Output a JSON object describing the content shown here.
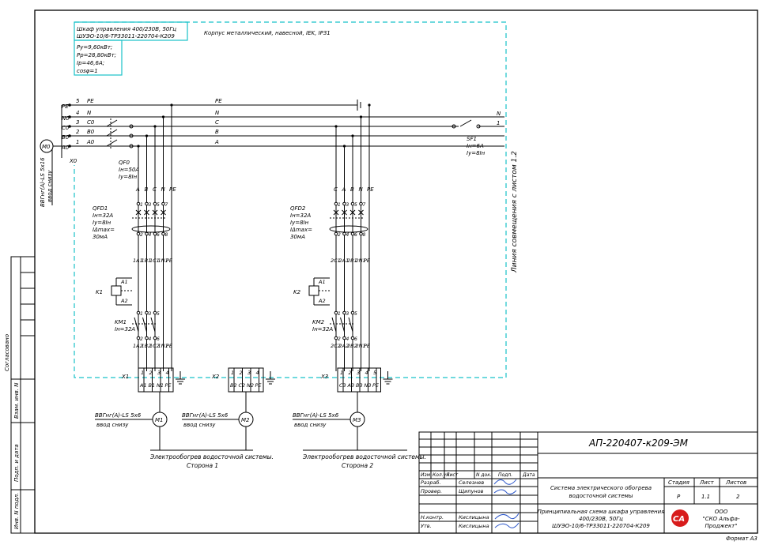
{
  "cabinet": {
    "title_line1": "Шкаф управления 400/230В, 50Гц",
    "title_line2": "ШУЭО-10/6-ТР33011-220704-К209",
    "enclosure": "Корпус металлический, навесной, IEK, IP31",
    "params": [
      "Pу=9,60кВт;",
      "Pр=28,80кВт;",
      "Iр=46,6А;",
      "cosφ=1"
    ]
  },
  "bus": {
    "terminals_left": [
      "PE",
      "N0",
      "C0",
      "B0",
      "A0"
    ],
    "numbers_left": [
      "5",
      "4",
      "3",
      "2",
      "1"
    ],
    "labels_left": [
      "PE",
      "N",
      "C0",
      "B0",
      "A0"
    ],
    "mains": [
      "PE",
      "N",
      "C",
      "B",
      "A"
    ],
    "x0": "X0",
    "m0": "M0",
    "input_cable": "ВВГнг(А)-LS 5х16",
    "input_entry": "ввод снизу"
  },
  "sf1": {
    "name": "SF1",
    "rating": "Iн=6А",
    "char": "Iу=8Iн",
    "term_n": "N",
    "term_1": "1"
  },
  "qf0": {
    "name": "QF0",
    "rating": "Iн=50А",
    "char": "Iу=8Iн"
  },
  "link_line": "Линия совмещения с листом 1.2",
  "groups": [
    {
      "phase_heads": [
        "A",
        "B",
        "C",
        "N",
        "PE"
      ],
      "qfd": "QFD1",
      "qfd_params": [
        "Iн=32А",
        "Iу=8Iн",
        "IΔmax=",
        "30мА"
      ],
      "qfd_top": [
        "1",
        "3",
        "5",
        "7"
      ],
      "qfd_bot": [
        "2",
        "4",
        "6",
        "8"
      ],
      "mid_labels": [
        "1A1",
        "1B1",
        "1C1",
        "1N1",
        "PE"
      ],
      "coil": "K1",
      "coil_a1": "A1",
      "coil_a2": "A2",
      "km": "KM1",
      "km_rating": "Iн=32А",
      "km_top": [
        "1",
        "3",
        "5"
      ],
      "km_bot": [
        "2",
        "4",
        "6"
      ],
      "out_labels": [
        "1A2",
        "1B2",
        "1C2",
        "1N1",
        "PE"
      ]
    },
    {
      "phase_heads": [
        "C",
        "A",
        "B",
        "N",
        "PE"
      ],
      "qfd": "QFD2",
      "qfd_params": [
        "Iн=32А",
        "Iу=8Iн",
        "IΔmax=",
        "30мА"
      ],
      "qfd_top": [
        "1",
        "3",
        "5",
        "7"
      ],
      "qfd_bot": [
        "2",
        "4",
        "6",
        "8"
      ],
      "mid_labels": [
        "2C1",
        "2A1",
        "2B1",
        "2N1",
        "PE"
      ],
      "coil": "K2",
      "coil_a1": "A1",
      "coil_a2": "A2",
      "km": "KM2",
      "km_rating": "Iн=32А",
      "km_top": [
        "1",
        "3",
        "5"
      ],
      "km_bot": [
        "2",
        "4",
        "6"
      ],
      "out_labels": [
        "2C2",
        "2A2",
        "2B2",
        "2N1",
        "PE"
      ]
    }
  ],
  "terminal_blocks": [
    {
      "name": "X1",
      "nums": [
        "1",
        "2",
        "3",
        "4"
      ],
      "labels": [
        "A1",
        "B1",
        "N1",
        "PE"
      ]
    },
    {
      "name": "X2",
      "nums": [
        "1",
        "2",
        "3",
        "4"
      ],
      "labels": [
        "B2",
        "C2",
        "N2",
        "PE"
      ]
    },
    {
      "name": "X3",
      "nums": [
        "1",
        "2",
        "3",
        "4",
        "5"
      ],
      "labels": [
        "C3",
        "A3",
        "B3",
        "N3",
        "PE"
      ]
    }
  ],
  "motors": [
    {
      "name": "M1",
      "cable": "ВВГнг(А)-LS 5х6",
      "entry": "ввод снизу"
    },
    {
      "name": "M2",
      "cable": "ВВГнг(А)-LS 5х6",
      "entry": "ввод снизу"
    },
    {
      "name": "M3",
      "cable": "ВВГнг(А)-LS 5х6",
      "entry": "ввод снизу"
    }
  ],
  "loads": [
    {
      "line1": "Электрообогрев водосточной системы.",
      "line2": "Сторона 1"
    },
    {
      "line1": "Электрообогрев водосточной системы.",
      "line2": "Сторона 2"
    }
  ],
  "side_stamp": [
    "Согласовано",
    "Взам. инв. N",
    "Подп. и дата",
    "Инв. N подл."
  ],
  "title_block": {
    "code": "АП-220407-к209-ЭМ",
    "headers": [
      "Изм.",
      "Кол.уч",
      "Лист",
      "N док.",
      "Подп.",
      "Дата"
    ],
    "roles": [
      {
        "role": "Разраб.",
        "name": "Селезнев"
      },
      {
        "role": "Провер.",
        "name": "Щипунов"
      },
      {
        "role": "Н.контр.",
        "name": "Кислицына"
      },
      {
        "role": "Утв.",
        "name": "Кислицына"
      }
    ],
    "system_name": [
      "Система электрического обогрева",
      "водосточной системы"
    ],
    "sheet_title": [
      "Принципиальная схема шкафа управления",
      "400/230В, 50Гц",
      "ШУЭО-10/6-ТР33011-220704-К209"
    ],
    "stage_head": "Стадия",
    "sheet_head": "Лист",
    "sheets_head": "Листов",
    "stage": "Р",
    "sheet": "1.1",
    "sheets": "2",
    "org": [
      "ООО",
      "\"СКО Альфа-",
      "Проджект\""
    ],
    "logo_letters": "СА"
  },
  "format": "Формат А3",
  "colors": {
    "enclosure": "#19c2c9",
    "line": "#000000",
    "signature": "#2a55c9"
  }
}
